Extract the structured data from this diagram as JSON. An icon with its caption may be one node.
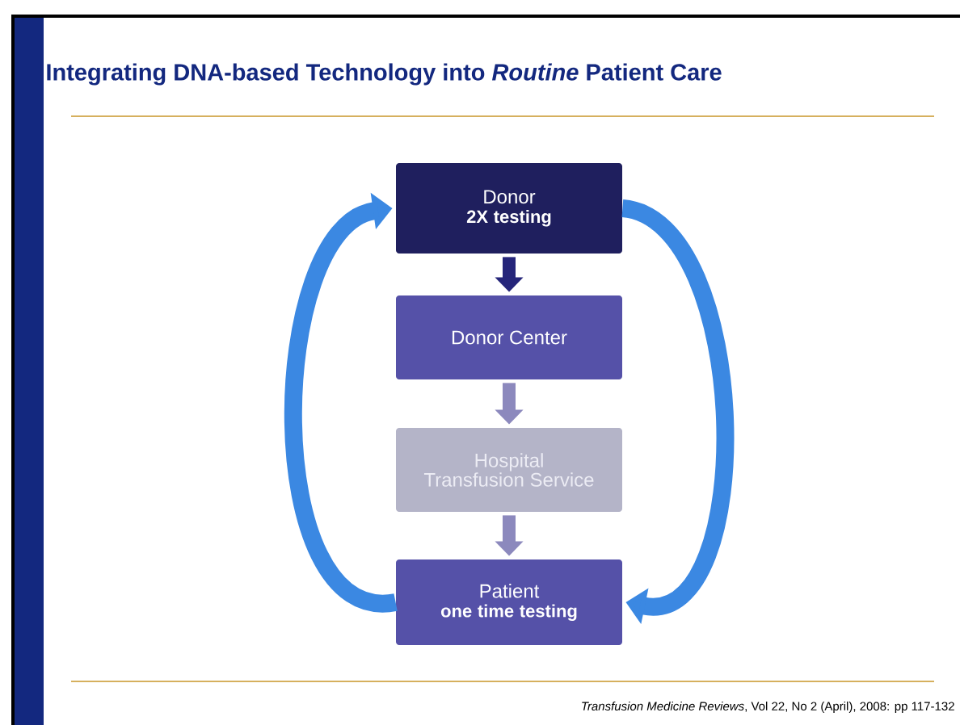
{
  "diagram": {
    "title": "Integrating DNA-based Technology into *Routine* Patient Care",
    "nodes": [
      {
        "text": [
          "Donor",
          "2X testing"
        ]
      },
      {
        "text": [
          "Donor Center"
        ]
      },
      {
        "text": [
          "Hospital Transfusion Service"
        ]
      },
      {
        "text": [
          "Patient",
          "one time testing"
        ]
      }
    ],
    "edges": [
      {
        "from": 0,
        "to": 1,
        "arrow": "to",
        "color": "#25257a"
      },
      {
        "from": 1,
        "to": 2,
        "arrow": "to",
        "color": "#8c89bd"
      },
      {
        "from": 2,
        "to": 3,
        "arrow": "to",
        "color": "#8c89bd"
      },
      {
        "from": 0,
        "to": 3,
        "arrow": "to",
        "color": "#3b88e2"
      },
      {
        "from": 3,
        "to": 0,
        "arrow": "to",
        "color": "#3b88e2"
      }
    ],
    "labels": [
      "*Transfusion Medicine Reviews*, Vol 22, No 2 (April), 2008: pp 117-132"
    ]
  }
}
